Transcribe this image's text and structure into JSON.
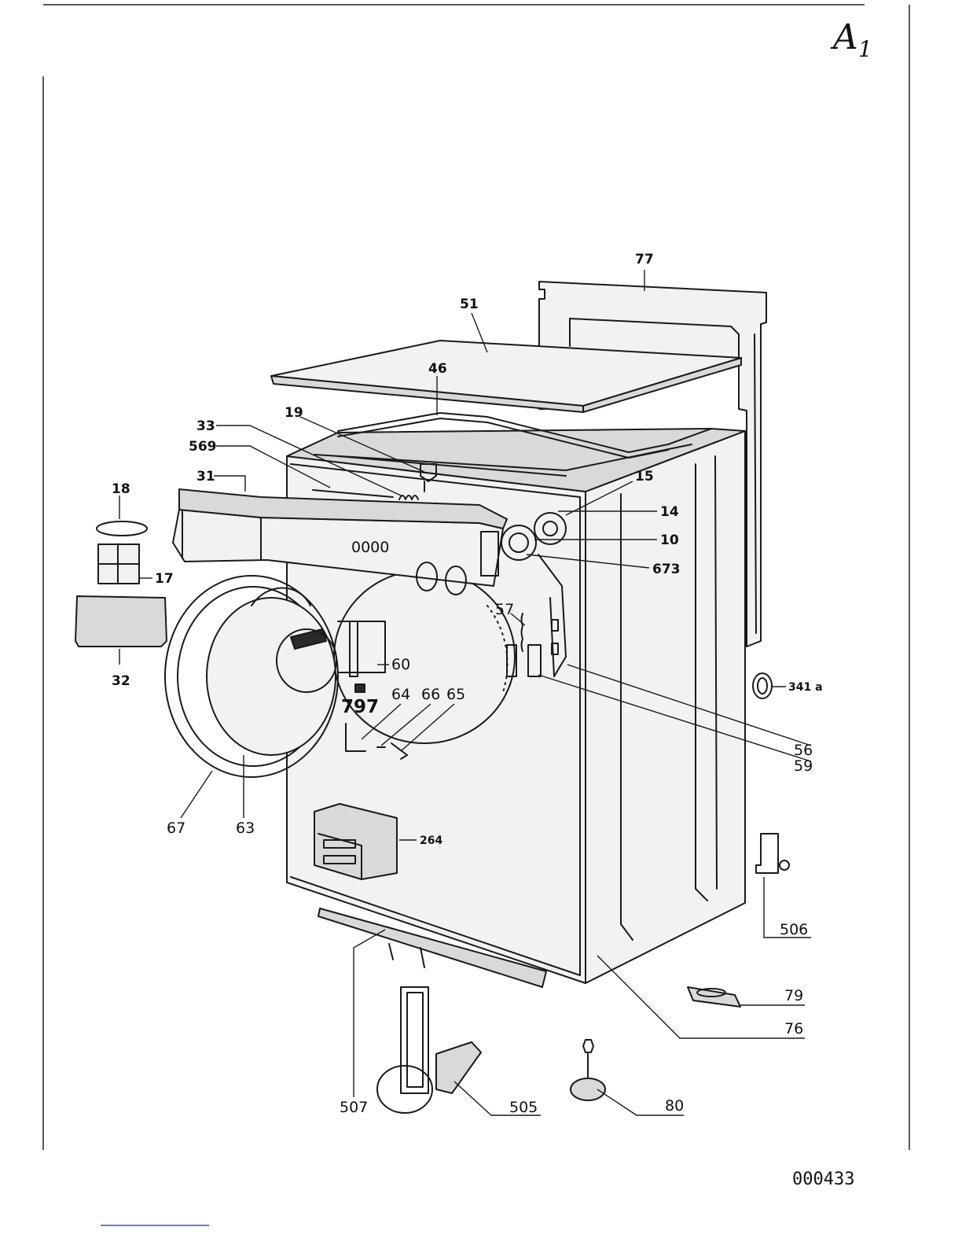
{
  "sheet": {
    "id": "A",
    "id_sub": "1",
    "drawing_number": "000433"
  },
  "callouts": {
    "c77": "77",
    "c51": "51",
    "c46": "46",
    "c19": "19",
    "c33": "33",
    "c569": "569",
    "c31": "31",
    "c18": "18",
    "c17": "17",
    "c32": "32",
    "c15": "15",
    "c14": "14",
    "c10": "10",
    "c673": "673",
    "c57": "57",
    "c60": "60",
    "c797": "797",
    "c64": "64",
    "c66": "66",
    "c65": "65",
    "c341a": "341 a",
    "c56": "56",
    "c59": "59",
    "c67": "67",
    "c63": "63",
    "c264": "264",
    "c506": "506",
    "c79": "79",
    "c76": "76",
    "c507": "507",
    "c505": "505",
    "c80": "80"
  },
  "panel_display": "0000"
}
